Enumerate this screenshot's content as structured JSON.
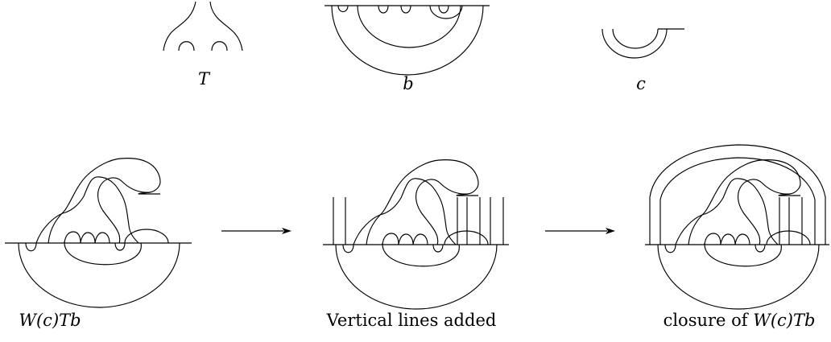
{
  "top_labels": {
    "T": "T",
    "b": "b",
    "c": "c"
  },
  "captions": {
    "wctb": "W(c)Tb",
    "vertical": "Vertical lines added",
    "closure_prefix": "closure of ",
    "closure_math": "W(c)Tb"
  }
}
